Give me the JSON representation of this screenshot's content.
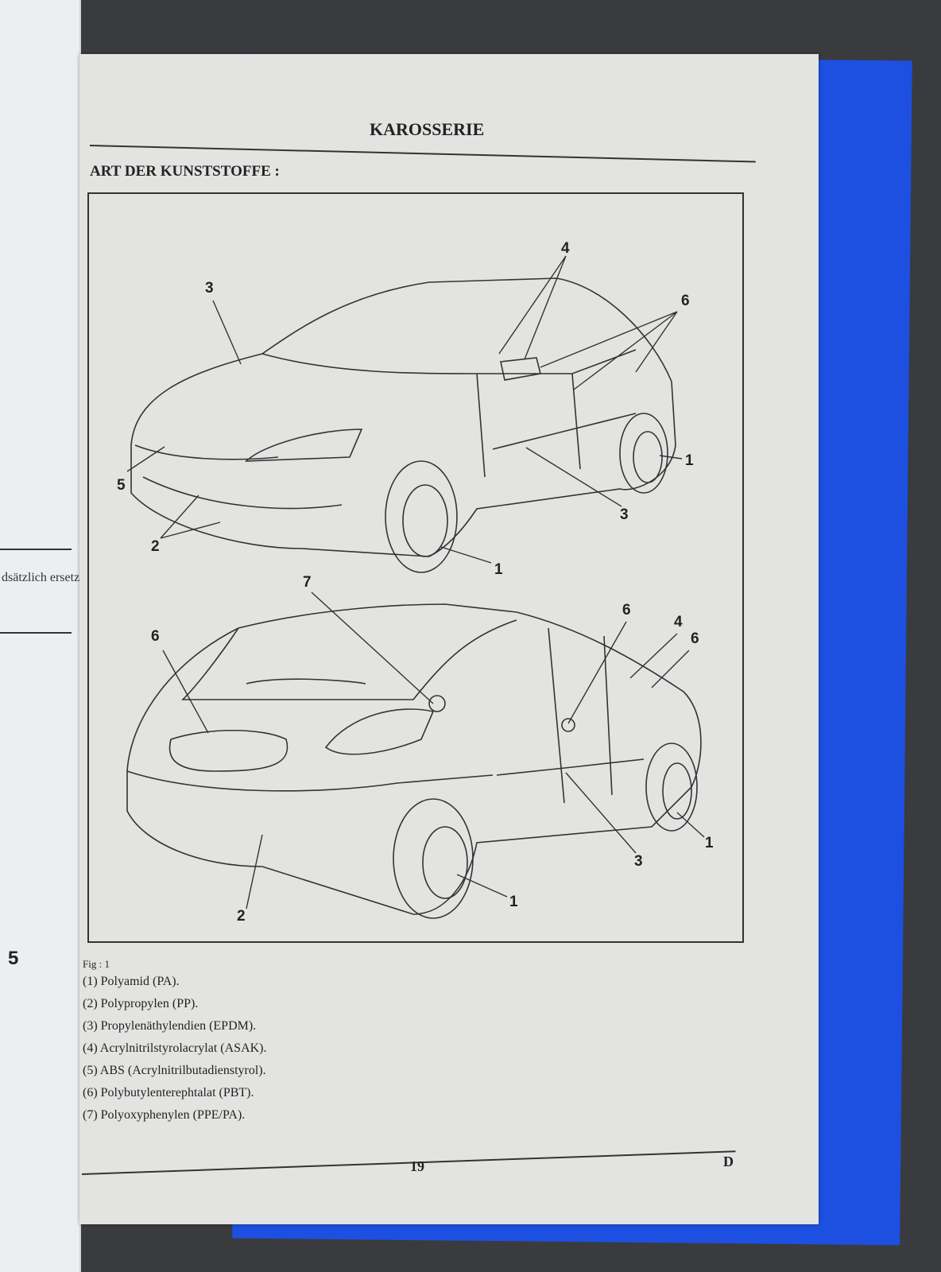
{
  "header": {
    "title": "KAROSSERIE",
    "section": "ART DER KUNSTSTOFFE :"
  },
  "left_page": {
    "fragment": "dsätzlich ersetz",
    "callout": "5"
  },
  "figure": {
    "caption": "Fig : 1",
    "front_callouts": [
      "3",
      "4",
      "6",
      "5",
      "2",
      "3",
      "1",
      "1"
    ],
    "rear_callouts": [
      "7",
      "6",
      "6",
      "4",
      "6",
      "1",
      "3",
      "2",
      "1"
    ]
  },
  "legend": [
    "(1) Polyamid (PA).",
    "(2) Polypropylen (PP).",
    "(3) Propylenäthylendien (EPDM).",
    "(4) Acrylnitrilstyrolacrylat (ASAK).",
    "(5) ABS (Acrylnitrilbutadienstyrol).",
    "(6) Polybutylenterephtalat (PBT).",
    "(7) Polyoxyphenylen (PPE/PA)."
  ],
  "footer": {
    "page_number": "19",
    "language": "D"
  }
}
